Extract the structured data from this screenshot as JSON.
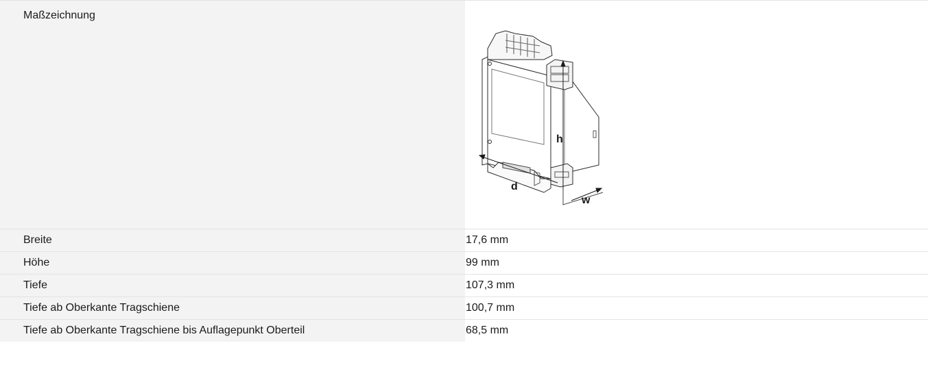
{
  "drawing": {
    "label": "Maßzeichnung",
    "dimension_letters": {
      "height": "h",
      "depth": "d",
      "width": "w"
    }
  },
  "specs": [
    {
      "label": "Breite",
      "value": "17,6 mm"
    },
    {
      "label": "Höhe",
      "value": "99 mm"
    },
    {
      "label": "Tiefe",
      "value": "107,3 mm"
    },
    {
      "label": "Tiefe ab Oberkante Tragschiene",
      "value": "100,7 mm"
    },
    {
      "label": "Tiefe ab Oberkante Tragschiene bis Auflagepunkt Oberteil",
      "value": "68,5 mm"
    }
  ]
}
